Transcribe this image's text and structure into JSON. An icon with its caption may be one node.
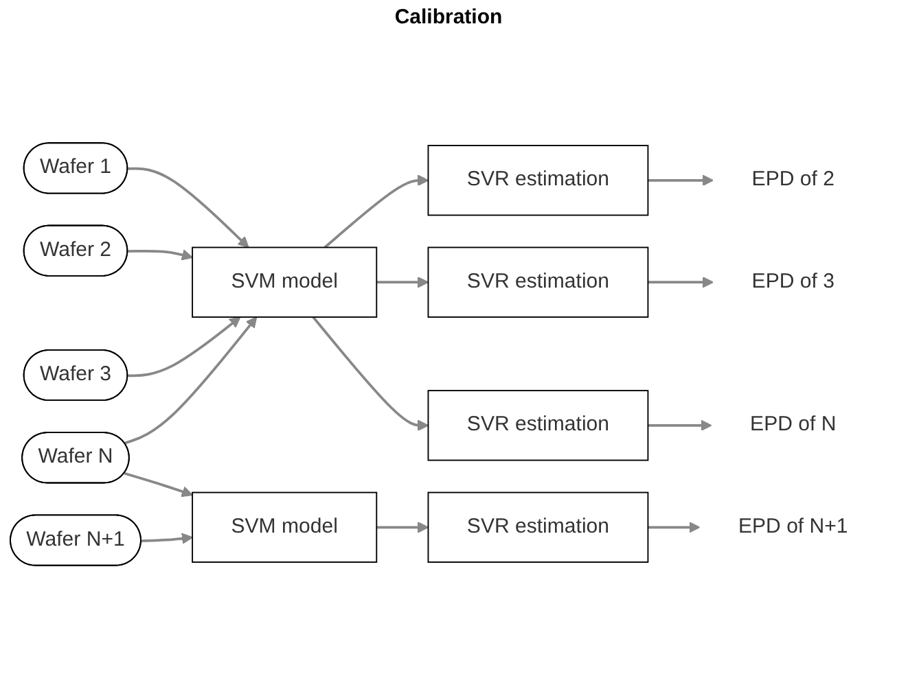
{
  "diagram": {
    "nodes": [
      {
        "text": [
          "Wafer 1"
        ]
      },
      {
        "text": [
          "Wafer 2"
        ]
      },
      {
        "text": [
          "Wafer 3"
        ]
      },
      {
        "text": [
          "Wafer N"
        ]
      },
      {
        "text": [
          "SVM model"
        ]
      },
      {
        "text": [
          "SVR estimation"
        ]
      },
      {
        "text": [
          "SVR estimation"
        ]
      },
      {
        "text": [
          "SVR estimation"
        ]
      },
      {
        "text": [
          "EPD of 2"
        ]
      },
      {
        "text": [
          "EPD of 3"
        ]
      },
      {
        "text": [
          "EPD of N"
        ]
      },
      {
        "text": [
          "Wafer N+1"
        ]
      },
      {
        "text": [
          "SVM model"
        ]
      },
      {
        "text": [
          "SVR estimation"
        ]
      },
      {
        "text": [
          "EPD of N+1"
        ]
      }
    ],
    "edges": [
      {
        "from": 0,
        "to": 4,
        "arrow": "to"
      },
      {
        "from": 1,
        "to": 4,
        "arrow": "to"
      },
      {
        "from": 2,
        "to": 4,
        "arrow": "to"
      },
      {
        "from": 3,
        "to": 4,
        "arrow": "to"
      },
      {
        "from": 4,
        "to": 5,
        "arrow": "to"
      },
      {
        "from": 4,
        "to": 6,
        "arrow": "to"
      },
      {
        "from": 4,
        "to": 7,
        "arrow": "to"
      },
      {
        "from": 5,
        "to": 8,
        "arrow": "to"
      },
      {
        "from": 6,
        "to": 9,
        "arrow": "to"
      },
      {
        "from": 7,
        "to": 10,
        "arrow": "to"
      },
      {
        "from": 3,
        "to": 12,
        "arrow": "to"
      },
      {
        "from": 11,
        "to": 12,
        "arrow": "to"
      },
      {
        "from": 12,
        "to": 13,
        "arrow": "to"
      },
      {
        "from": 13,
        "to": 14,
        "arrow": "to"
      }
    ],
    "labels": [
      "Calibration"
    ]
  }
}
